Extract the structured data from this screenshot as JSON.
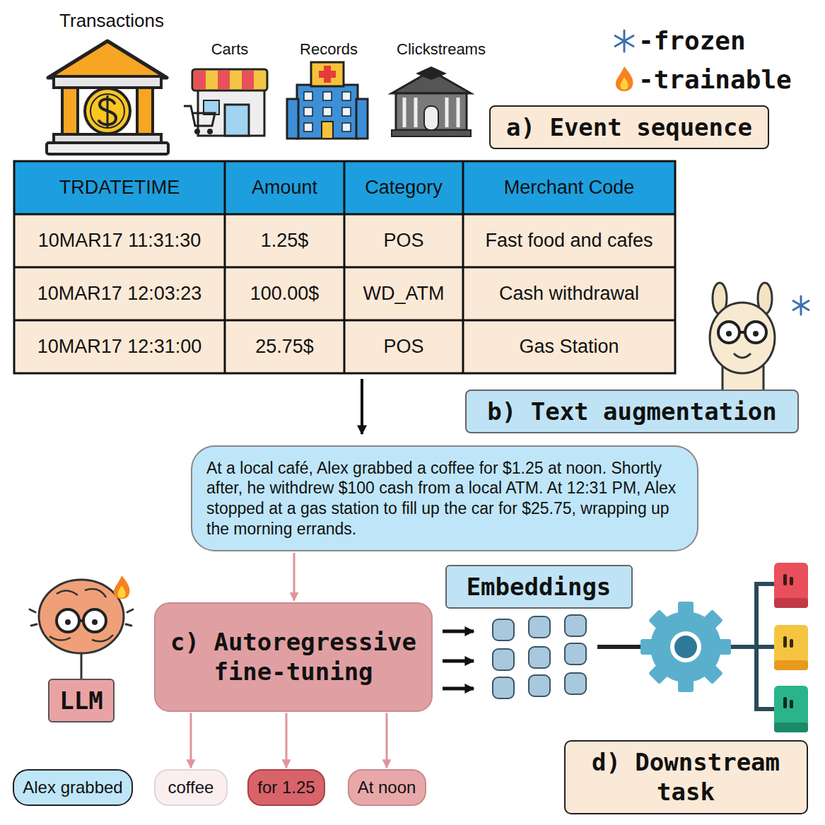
{
  "diagram": {
    "nodes": [
      {
        "text": [
          "a) Event sequence"
        ]
      },
      {
        "text": [
          "b) Text augmentation"
        ]
      },
      {
        "text": [
          "At a local café, Alex grabbed a coffee for $1.25 at noon. Shortly after, he withdrew $100 cash from a local ATM. At 12:31 PM, Alex stopped at a gas station to fill up the car for $25.75, wrapping up the morning errands."
        ]
      },
      {
        "text": [
          "Embeddings"
        ]
      },
      {
        "text": [
          "c) Autoregressive fine-tuning"
        ]
      },
      {
        "text": [
          "LLM"
        ]
      },
      {
        "text": [
          "d) Downstream task"
        ]
      },
      {
        "text": [
          "Alex grabbed"
        ]
      },
      {
        "text": [
          "coffee"
        ]
      },
      {
        "text": [
          "for 1.25"
        ]
      },
      {
        "text": [
          "At noon"
        ]
      }
    ],
    "edges": [
      {
        "from": 2,
        "to": 4,
        "arrow": "to"
      },
      {
        "from": 4,
        "to": 8,
        "arrow": "to"
      },
      {
        "from": 4,
        "to": 9,
        "arrow": "to"
      },
      {
        "from": 4,
        "to": 10,
        "arrow": "to"
      }
    ],
    "labels": [
      "Transactions",
      "Carts",
      "Records",
      "Clickstreams",
      "TRDATETIME",
      "Amount",
      "Category",
      "Merchant Code",
      "10MAR17 11:31:30",
      "1.25$",
      "POS",
      "Fast food and cafes",
      "10MAR17 12:03:23",
      "100.00$",
      "WD_ATM",
      "Cash withdrawal",
      "10MAR17 12:31:00",
      "25.75$",
      "POS",
      "Gas Station"
    ],
    "legend": [
      {
        "text": "-frozen"
      },
      {
        "text": "-trainable"
      }
    ]
  }
}
